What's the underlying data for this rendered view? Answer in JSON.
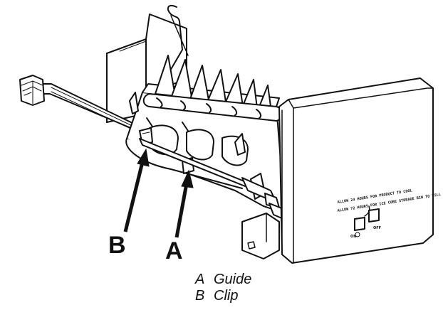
{
  "callouts": [
    {
      "letter": "B",
      "name": "Clip"
    },
    {
      "letter": "A",
      "name": "Guide"
    }
  ],
  "legend": [
    {
      "letter": "A",
      "name": "Guide"
    },
    {
      "letter": "B",
      "name": "Clip"
    }
  ],
  "control_box": {
    "line1": "ALLOW 24 HOURS FOR PRODUCT TO COOL",
    "line2": "ALLOW 72 HOURS FOR ICE CUBE STORAGE BIN TO FILL",
    "switch_on": "ON",
    "switch_off": "OFF"
  }
}
